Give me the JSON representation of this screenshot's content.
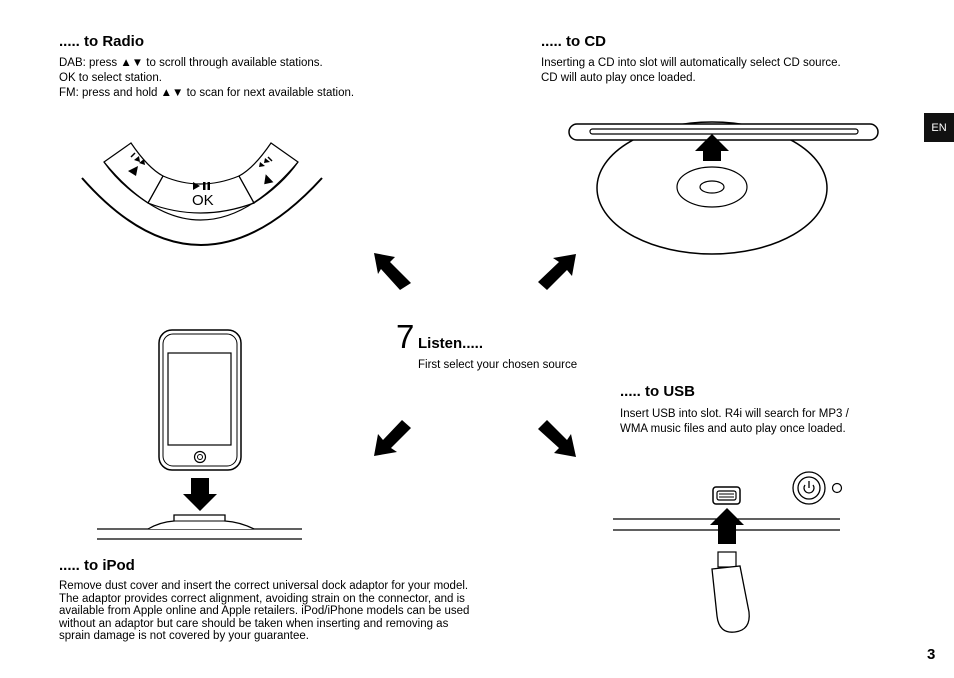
{
  "radio": {
    "heading": "..... to Radio",
    "lines": [
      "DAB: press ▲▼ to scroll through available stations.",
      "OK  to select station.",
      "FM: press and hold ▲▼ to scan for next available station."
    ],
    "ok_label": "OK"
  },
  "cd": {
    "heading": "..... to CD",
    "lines": [
      "Inserting a CD into slot will automatically select CD source.",
      "CD will auto play once loaded."
    ]
  },
  "listen": {
    "step_number": "7",
    "heading": "Listen.....",
    "subtitle": "First select your chosen source"
  },
  "usb": {
    "heading": "..... to USB",
    "lines": [
      "Insert USB into slot. R4i will search for MP3 /",
      "WMA music files and auto play once loaded."
    ]
  },
  "ipod": {
    "heading": "..... to iPod",
    "lines": [
      "Remove dust cover and insert the correct universal dock adaptor for your model.",
      "The adaptor provides correct alignment, avoiding strain on the connector, and is",
      "available from Apple online and Apple retailers. iPod/iPhone models can be used",
      "without an adaptor but care should be taken when inserting and removing as",
      "sprain damage is not covered by your guarantee."
    ]
  },
  "language_tab": "EN",
  "page_number": "3",
  "icons": [
    "radio-controls-illustration",
    "cd-illustration",
    "ipod-dock-illustration",
    "usb-illustration",
    "direction-arrow-icon",
    "power-icon"
  ]
}
